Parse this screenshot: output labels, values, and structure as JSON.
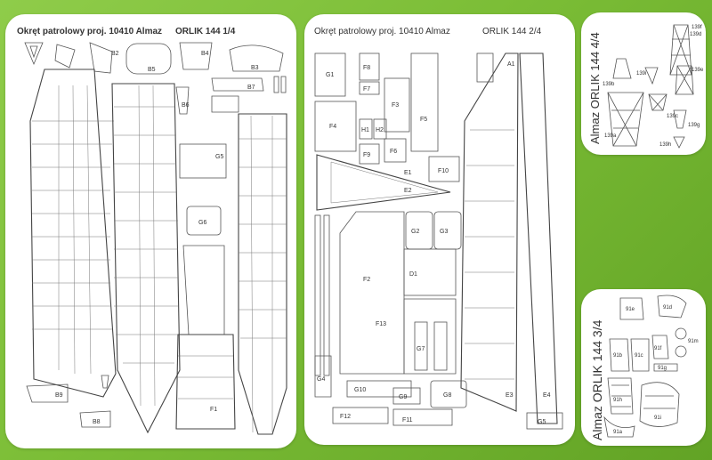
{
  "sheets": {
    "s1": {
      "title_main": "Okręt patrolowy proj. 10410  Almaz",
      "title_right": "ORLIK 144  1/4",
      "labels": {
        "b2": "B2",
        "b3": "B3",
        "b4": "B4",
        "b5": "B5",
        "b6": "B6",
        "b7": "B7",
        "b8": "B8",
        "b9": "B9",
        "g5": "G5",
        "g6": "G6",
        "f1": "F1"
      }
    },
    "s2": {
      "title_main": "Okręt patrolowy proj. 10410  Almaz",
      "title_right": "ORLIK 144  2/4",
      "labels": {
        "g1": "G1",
        "f8": "F8",
        "f7": "F7",
        "f3": "F3",
        "f4": "F4",
        "h1": "H1",
        "h2": "H2",
        "f5": "F5",
        "f6": "F6",
        "f9": "F9",
        "f10": "F10",
        "e1": "E1",
        "e2": "E2",
        "g2": "G2",
        "g3": "G3",
        "f2": "F2",
        "d1": "D1",
        "f13": "F13",
        "g4": "G4",
        "g7": "G7",
        "g10": "G10",
        "g9": "G9",
        "g8": "G8",
        "f12": "F12",
        "f11": "F11",
        "g5": "G5",
        "a1": "A1",
        "e3": "E3",
        "e4": "E4"
      }
    },
    "s3": {
      "title": "Almaz  ORLIK 144  3/4",
      "labels": {
        "p91e": "91e",
        "p91d": "91d",
        "p91b": "91b",
        "p91c": "91c",
        "p91f": "91f",
        "p91m": "91m",
        "p91g": "91g",
        "p91h": "91h",
        "p91i": "91i",
        "p91a": "91a"
      }
    },
    "s4": {
      "title": "Almaz  ORLIK 144  4/4",
      "labels": {
        "p139d": "139d",
        "p139e": "139e",
        "p139b": "139b",
        "p139c": "139c",
        "p139f": "139f",
        "p139g": "139g",
        "p139h": "139h",
        "p139a": "139a",
        "p139i": "139i"
      }
    }
  },
  "colors": {
    "background": "#7bbd36",
    "sheet": "#ffffff",
    "lines": "#555555"
  }
}
